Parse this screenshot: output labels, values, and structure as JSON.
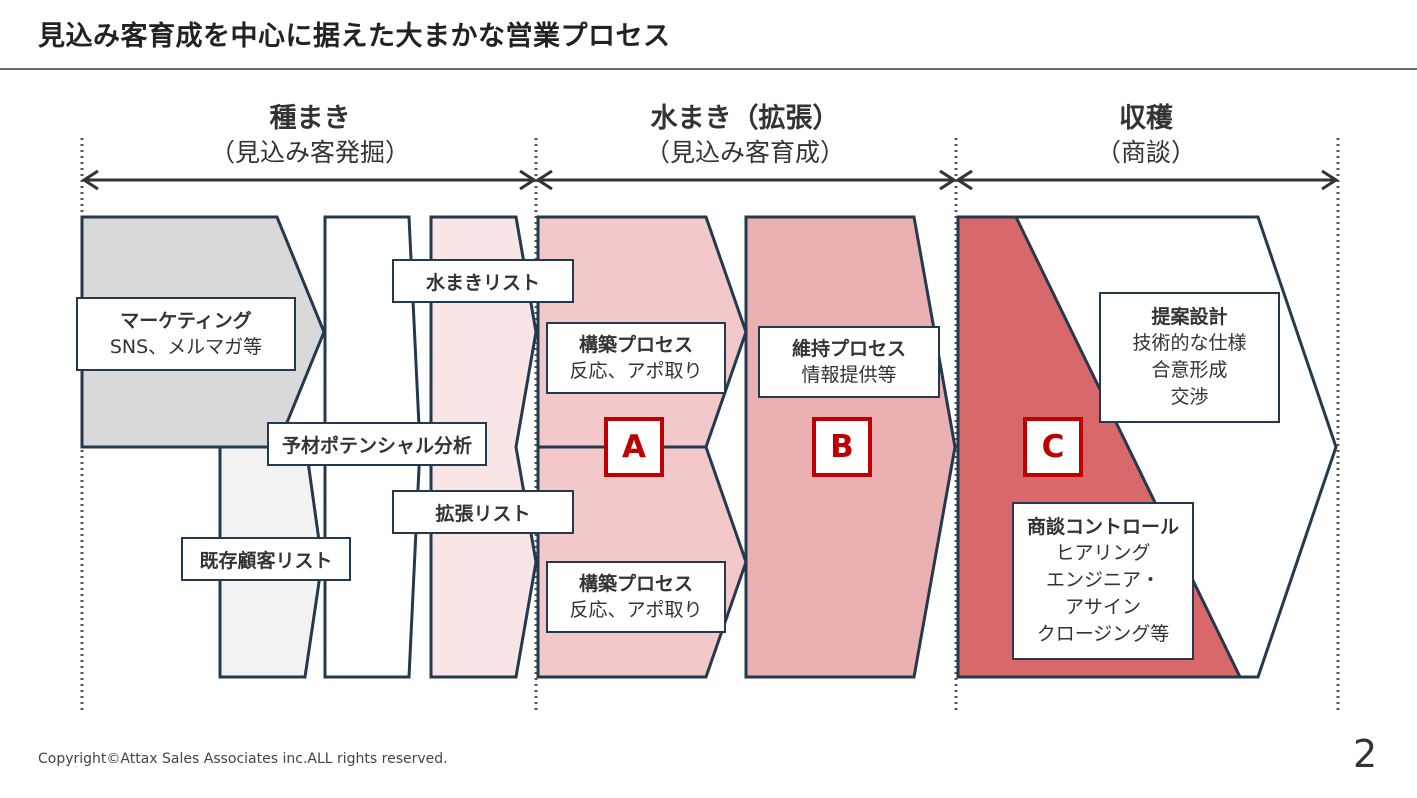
{
  "title": "見込み客育成を中心に据えた大まかな営業プロセス",
  "phases": [
    {
      "main": "種まき",
      "sub": "（見込み客発掘）"
    },
    {
      "main": "水まき（拡張）",
      "sub": "（見込み客育成）"
    },
    {
      "main": "収穫",
      "sub": "（商談）"
    }
  ],
  "boxes": {
    "marketing": {
      "title": "マーケティング",
      "text": "SNS、メルマガ等"
    },
    "mizumaki_list": "水まきリスト",
    "potential_analysis": "予材ポテンシャル分析",
    "kakucho_list": "拡張リスト",
    "existing_list": "既存顧客リスト",
    "build_process_1": {
      "title": "構築プロセス",
      "text": "反応、アポ取り"
    },
    "build_process_2": {
      "title": "構築プロセス",
      "text": "反応、アポ取り"
    },
    "maintain_process": {
      "title": "維持プロセス",
      "text": "情報提供等"
    },
    "proposal_design": {
      "title": "提案設計",
      "lines": [
        "技術的な仕様",
        "合意形成",
        "交渉"
      ]
    },
    "negotiation_control": {
      "title": "商談コントロール",
      "lines": [
        "ヒアリング",
        "エンジニア・",
        "アサイン",
        "クロージング等"
      ]
    }
  },
  "letters": {
    "a": "A",
    "b": "B",
    "c": "C"
  },
  "colors": {
    "outline": "#23394f",
    "gray_fill": "#d9d9d9",
    "light_gray_fill": "#f2f2f2",
    "pink_lightest": "#f9e4e6",
    "pink_light": "#f2c8cb",
    "pink_mid": "#ebb0b2",
    "red_fill": "#d9686a",
    "letter_red": "#c00000"
  },
  "footer": "Copyright©Attax Sales Associates inc.ALL rights reserved.",
  "page_number": "2"
}
